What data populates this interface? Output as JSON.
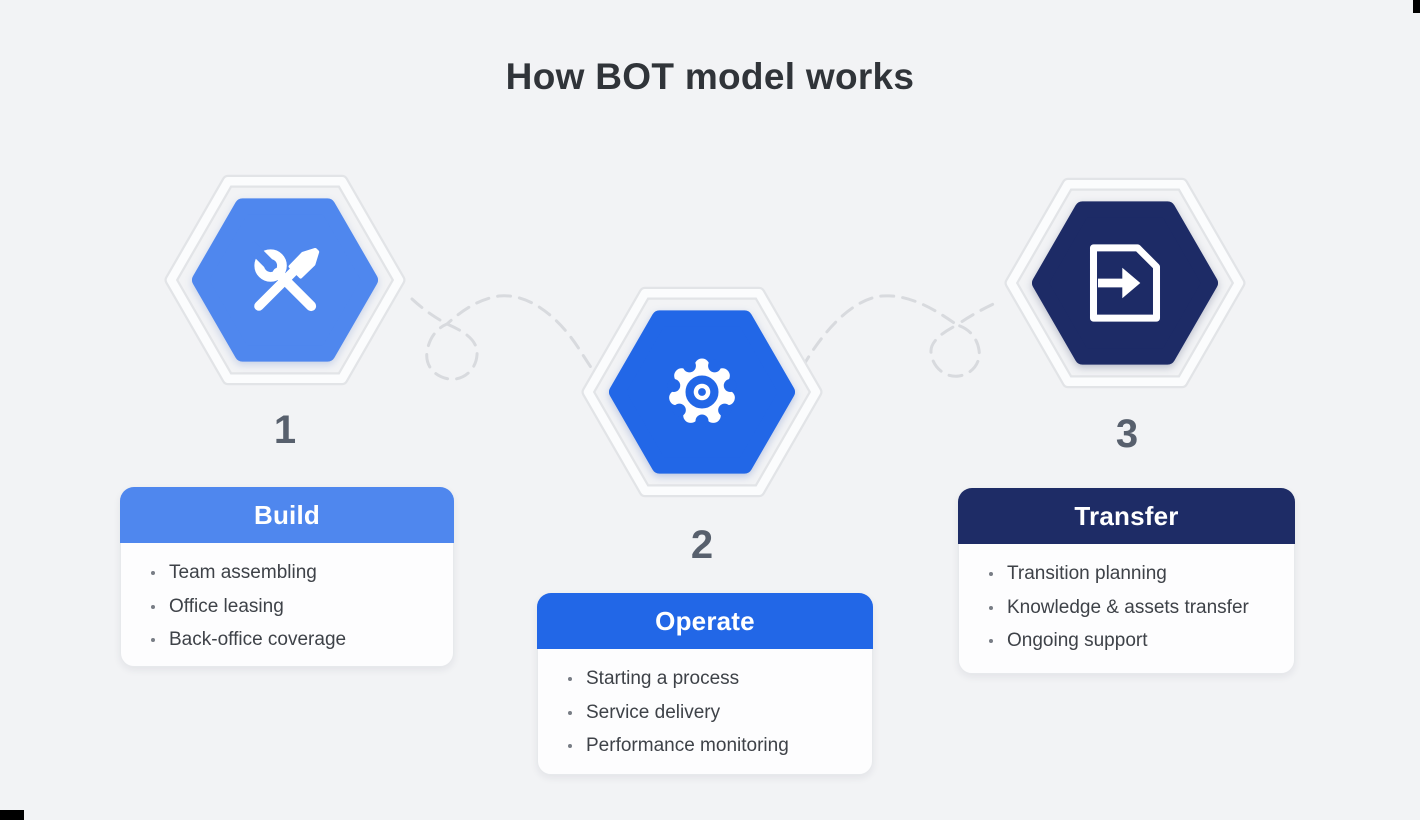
{
  "title": "How BOT model works",
  "stages": [
    {
      "number": "1",
      "name": "Build",
      "icon": "tools-icon",
      "accent": "#4f87ee",
      "items": [
        "Team assembling",
        "Office leasing",
        "Back-office coverage"
      ]
    },
    {
      "number": "2",
      "name": "Operate",
      "icon": "gear-icon",
      "accent": "#2267e7",
      "items": [
        "Starting a process",
        "Service delivery",
        "Performance monitoring"
      ]
    },
    {
      "number": "3",
      "name": "Transfer",
      "icon": "document-export-icon",
      "accent": "#1e2c66",
      "items": [
        "Transition planning",
        "Knowledge & assets transfer",
        "Ongoing support"
      ]
    }
  ],
  "colors": {
    "background": "#f2f3f5",
    "build_accent": "#4f87ee",
    "operate_accent": "#2267e7",
    "transfer_accent": "#1e2c66",
    "card_background": "#fdfdfe",
    "card_border": "#e7e9ec",
    "dashed_connector": "#d8dade",
    "hexagon_ring": "#fbfcfd",
    "number_text": "#58606d",
    "title_text": "#303439",
    "bullet_text": "#3e4248"
  }
}
